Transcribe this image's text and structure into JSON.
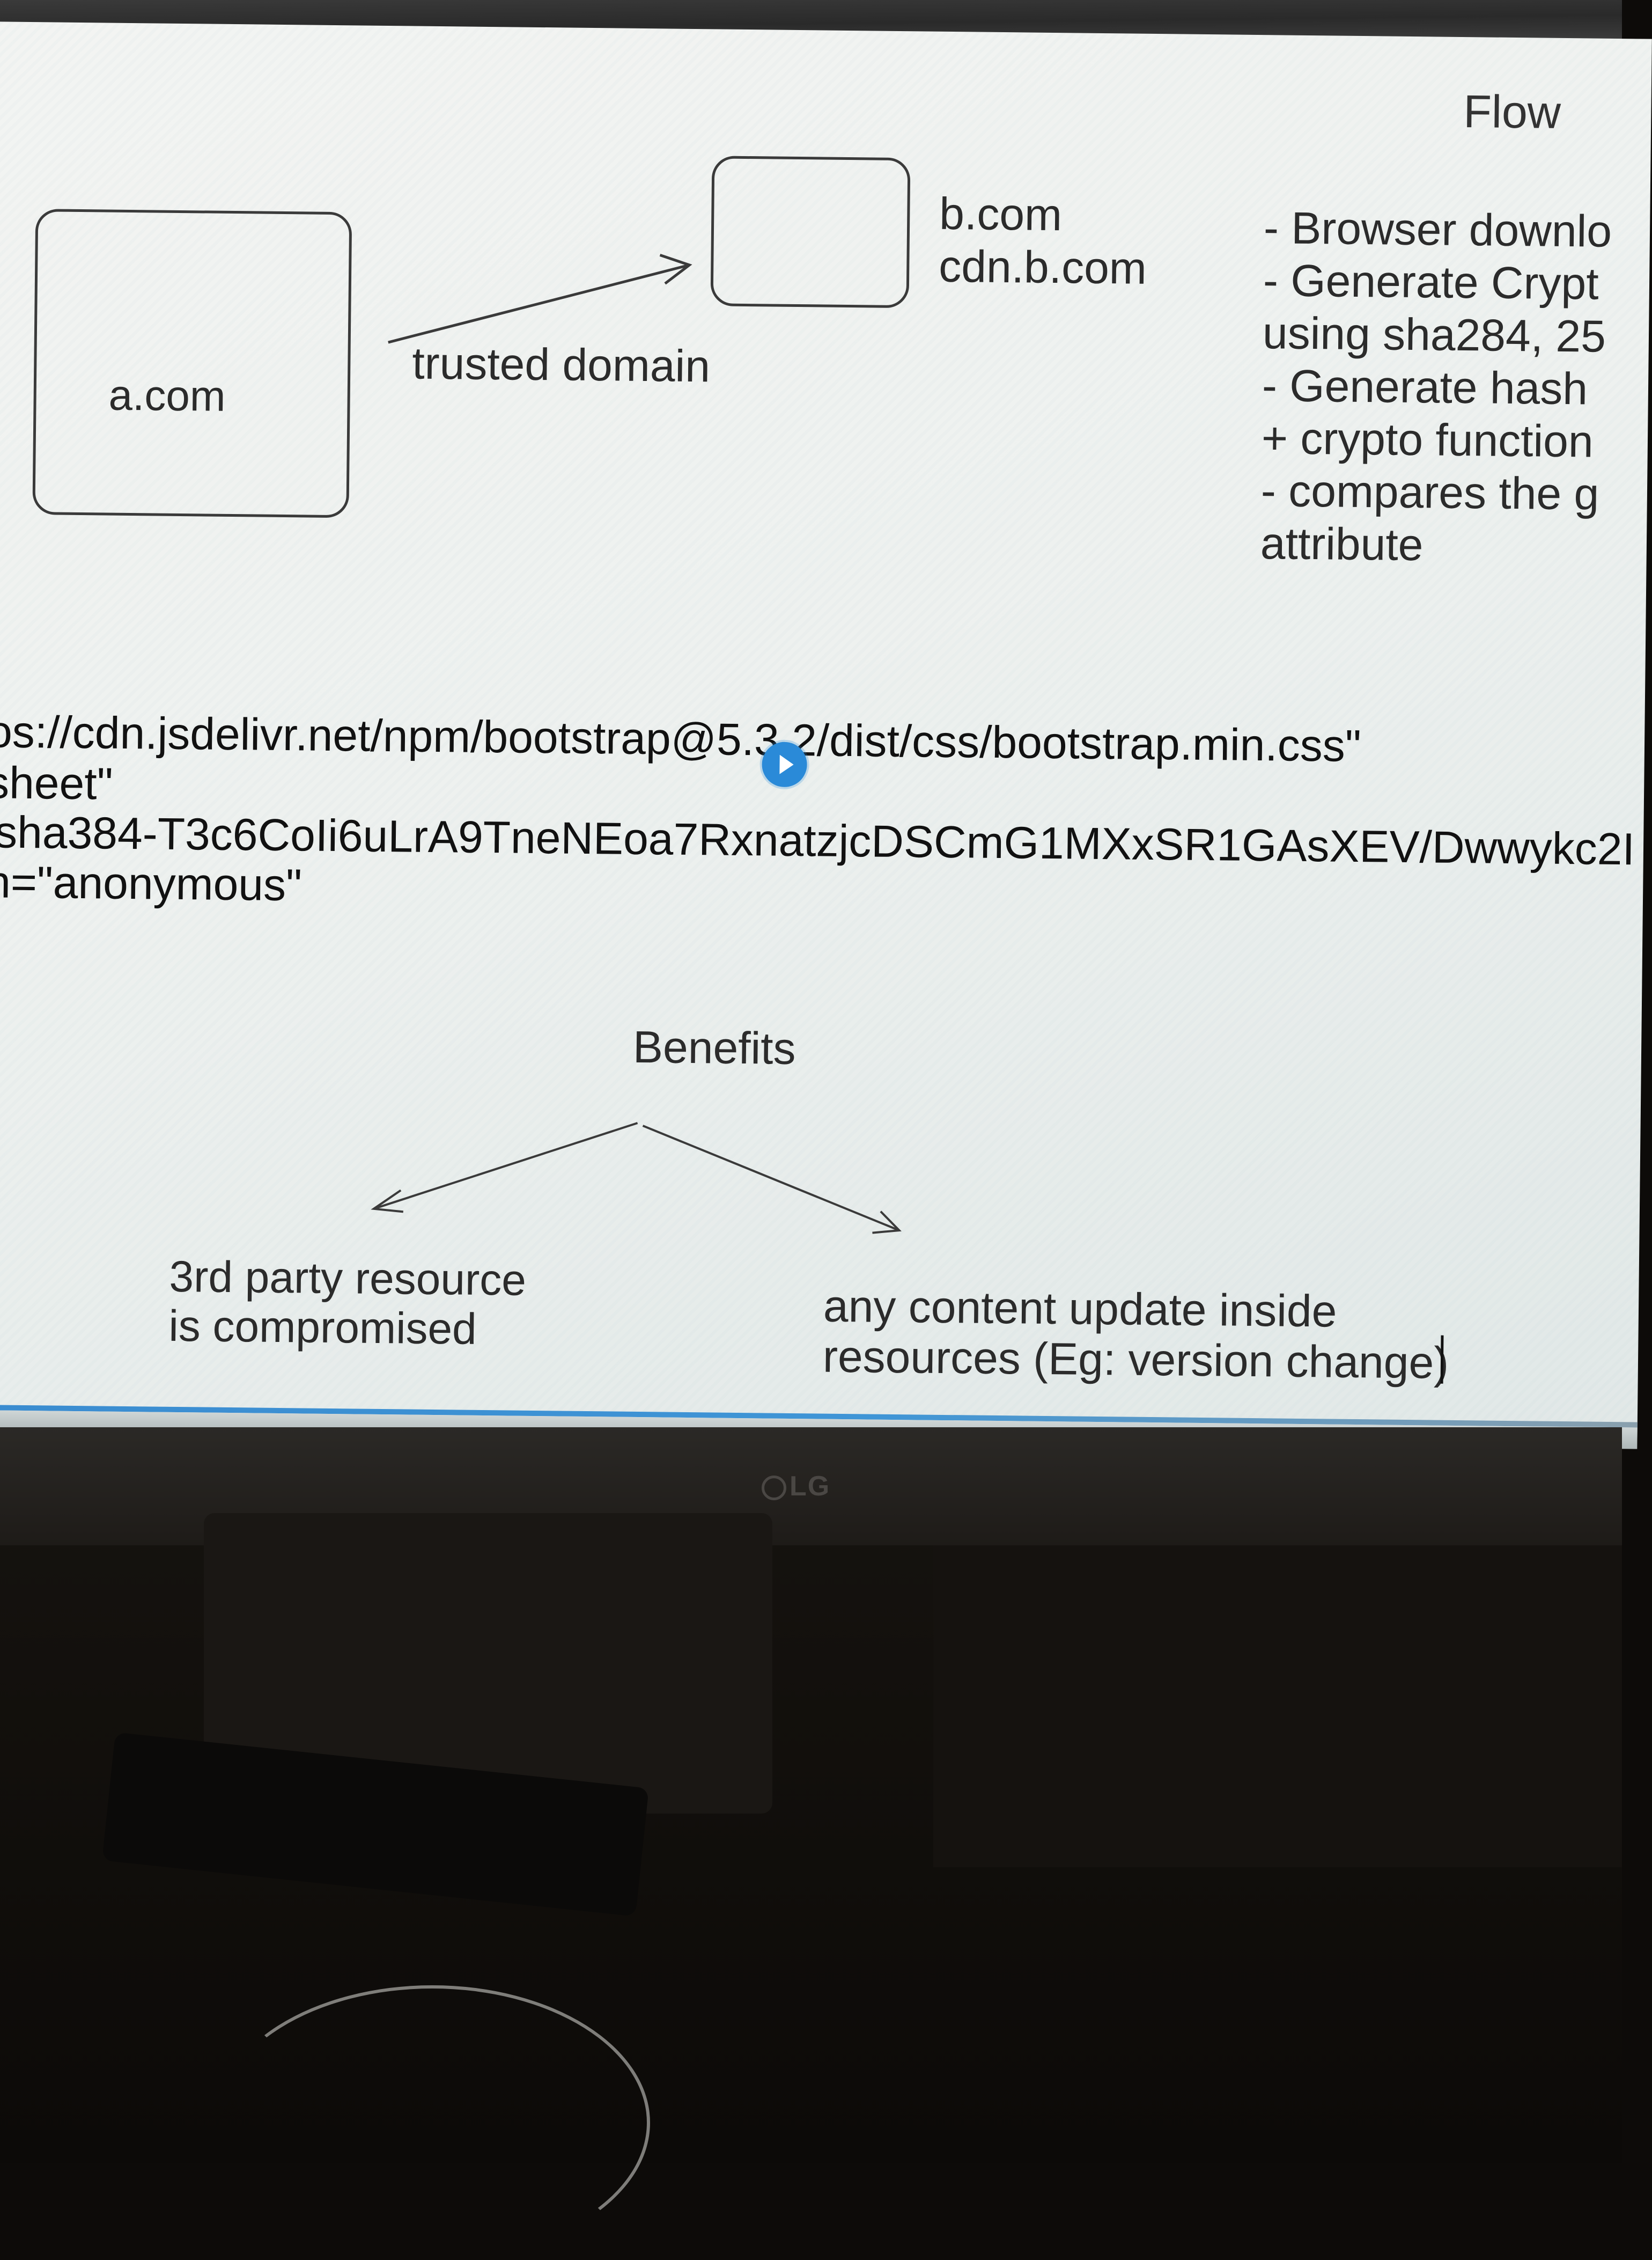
{
  "screen": {
    "flow_title": "Flow",
    "diagram": {
      "box_a_label": "a.com",
      "arrow_label": "trusted domain",
      "box_b_domains": [
        "b.com",
        "cdn.b.com"
      ]
    },
    "flow_steps": [
      "- Browser downlo",
      "- Generate Crypt",
      "using sha284, 25",
      "- Generate hash",
      "+ crypto function",
      "- compares the g",
      "attribute"
    ],
    "code_lines": [
      "os://cdn.jsdelivr.net/npm/bootstrap@5.3.2/dist/css/bootstrap.min.css\"",
      "sheet\"",
      "'sha384-T3c6CoIi6uLrA9TneNEoa7RxnatzjcDSCmG1MXxSR1GAsXEV/Dwwykc2I",
      "n=\"anonymous\""
    ],
    "benefits": {
      "title": "Benefits",
      "left_item": "3rd party resource\nis compromised",
      "right_item": "any content update inside\nresources (Eg: version change)"
    }
  },
  "monitor": {
    "brand": "LG"
  },
  "colors": {
    "accent_blue": "#2a8ad8",
    "screen_bg": "#eef1ef",
    "text": "#2b2b2b"
  }
}
